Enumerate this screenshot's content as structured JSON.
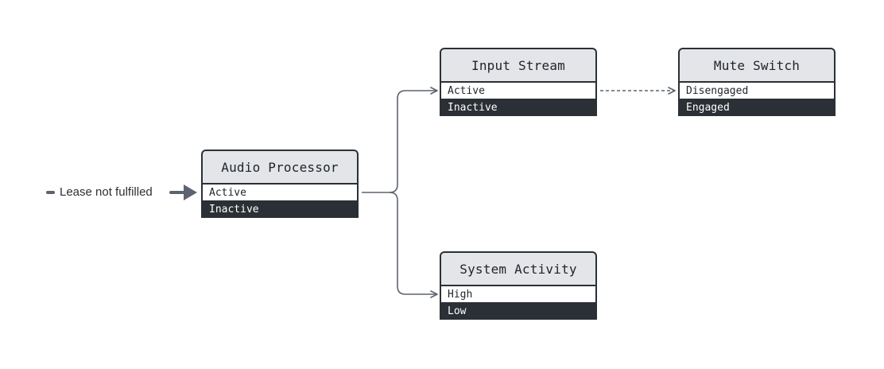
{
  "entry": {
    "label": "Lease not fulfilled"
  },
  "nodes": {
    "audio_processor": {
      "title": "Audio Processor",
      "states": [
        "Active",
        "Inactive"
      ]
    },
    "input_stream": {
      "title": "Input Stream",
      "states": [
        "Active",
        "Inactive"
      ]
    },
    "mute_switch": {
      "title": "Mute Switch",
      "states": [
        "Disengaged",
        "Engaged"
      ]
    },
    "system_activity": {
      "title": "System Activity",
      "states": [
        "High",
        "Low"
      ]
    }
  },
  "colors": {
    "header_fill": "#e3e5e8",
    "dark_row": "#2b3036",
    "connector": "#5c6470"
  }
}
